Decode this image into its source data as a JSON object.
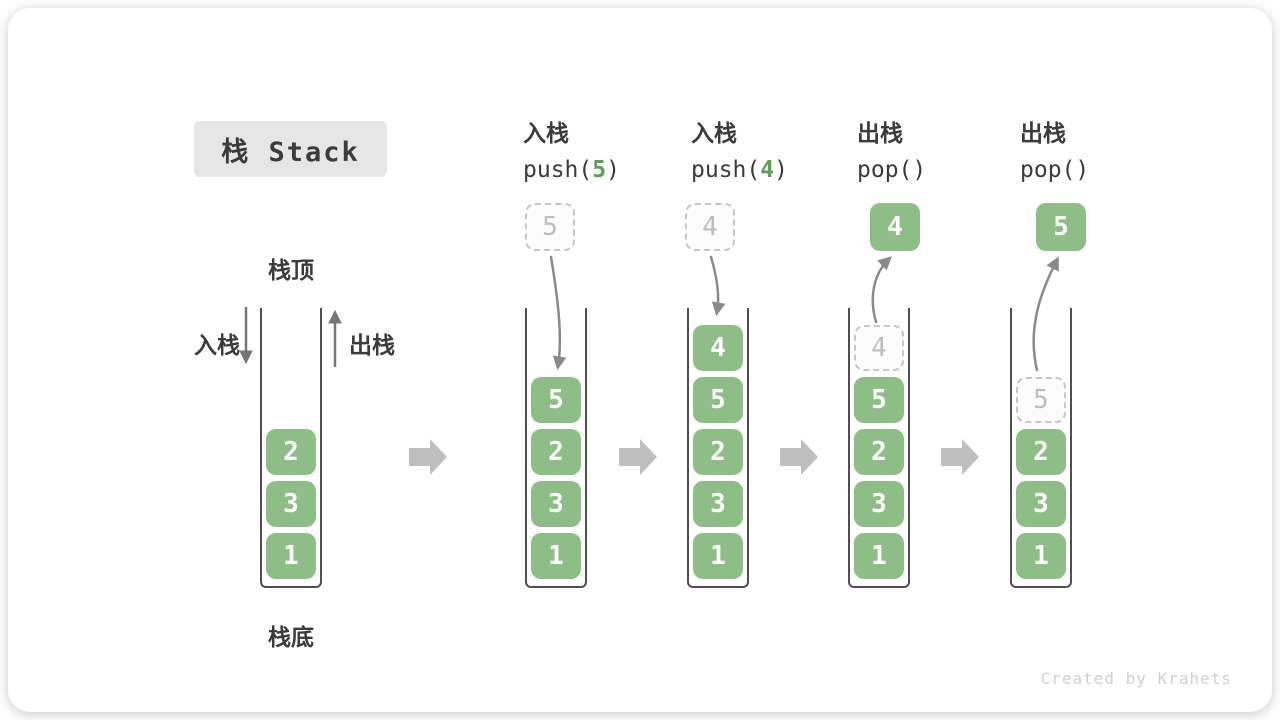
{
  "title": "栈 Stack",
  "watermark": "Created by Krahets",
  "labels": {
    "stack_top": "栈顶",
    "stack_bottom": "栈底",
    "push_side": "入栈",
    "pop_side": "出栈"
  },
  "columns": [
    {
      "op": "入栈",
      "code_prefix": "push(",
      "code_arg": "5",
      "code_suffix": ")"
    },
    {
      "op": "入栈",
      "code_prefix": "push(",
      "code_arg": "4",
      "code_suffix": ")"
    },
    {
      "op": "出栈",
      "code_prefix": "pop(",
      "code_arg": "",
      "code_suffix": ")"
    },
    {
      "op": "出栈",
      "code_prefix": "pop(",
      "code_arg": "",
      "code_suffix": ")"
    }
  ],
  "stacks": [
    {
      "name": "initial-state",
      "blocks": [
        {
          "value": "2"
        },
        {
          "value": "3"
        },
        {
          "value": "1"
        }
      ]
    },
    {
      "name": "after-push-5",
      "incoming": "5",
      "blocks": [
        {
          "value": "5"
        },
        {
          "value": "2"
        },
        {
          "value": "3"
        },
        {
          "value": "1"
        }
      ]
    },
    {
      "name": "after-push-4",
      "incoming": "4",
      "blocks": [
        {
          "value": "4"
        },
        {
          "value": "5"
        },
        {
          "value": "2"
        },
        {
          "value": "3"
        },
        {
          "value": "1"
        }
      ]
    },
    {
      "name": "after-pop-4",
      "popped": "4",
      "blocks": [
        {
          "value": "4",
          "ghost": true
        },
        {
          "value": "5"
        },
        {
          "value": "2"
        },
        {
          "value": "3"
        },
        {
          "value": "1"
        }
      ]
    },
    {
      "name": "after-pop-5",
      "popped": "5",
      "blocks": [
        {
          "value": "5",
          "ghost": true
        },
        {
          "value": "2"
        },
        {
          "value": "3"
        },
        {
          "value": "1"
        }
      ]
    }
  ],
  "colors": {
    "block_green": "#8CBE86",
    "code_green": "#5AA055",
    "text_dark": "#3B3B3B",
    "wall_gray": "#4F4F4F",
    "ghost_border": "#C6C6C6",
    "ghost_text": "#BDBDBD",
    "curve_arrow": "#8A8A8A",
    "step_arrow": "#BFBFBF",
    "title_bg": "#E6E6E6",
    "watermark": "#CFCFCF"
  }
}
